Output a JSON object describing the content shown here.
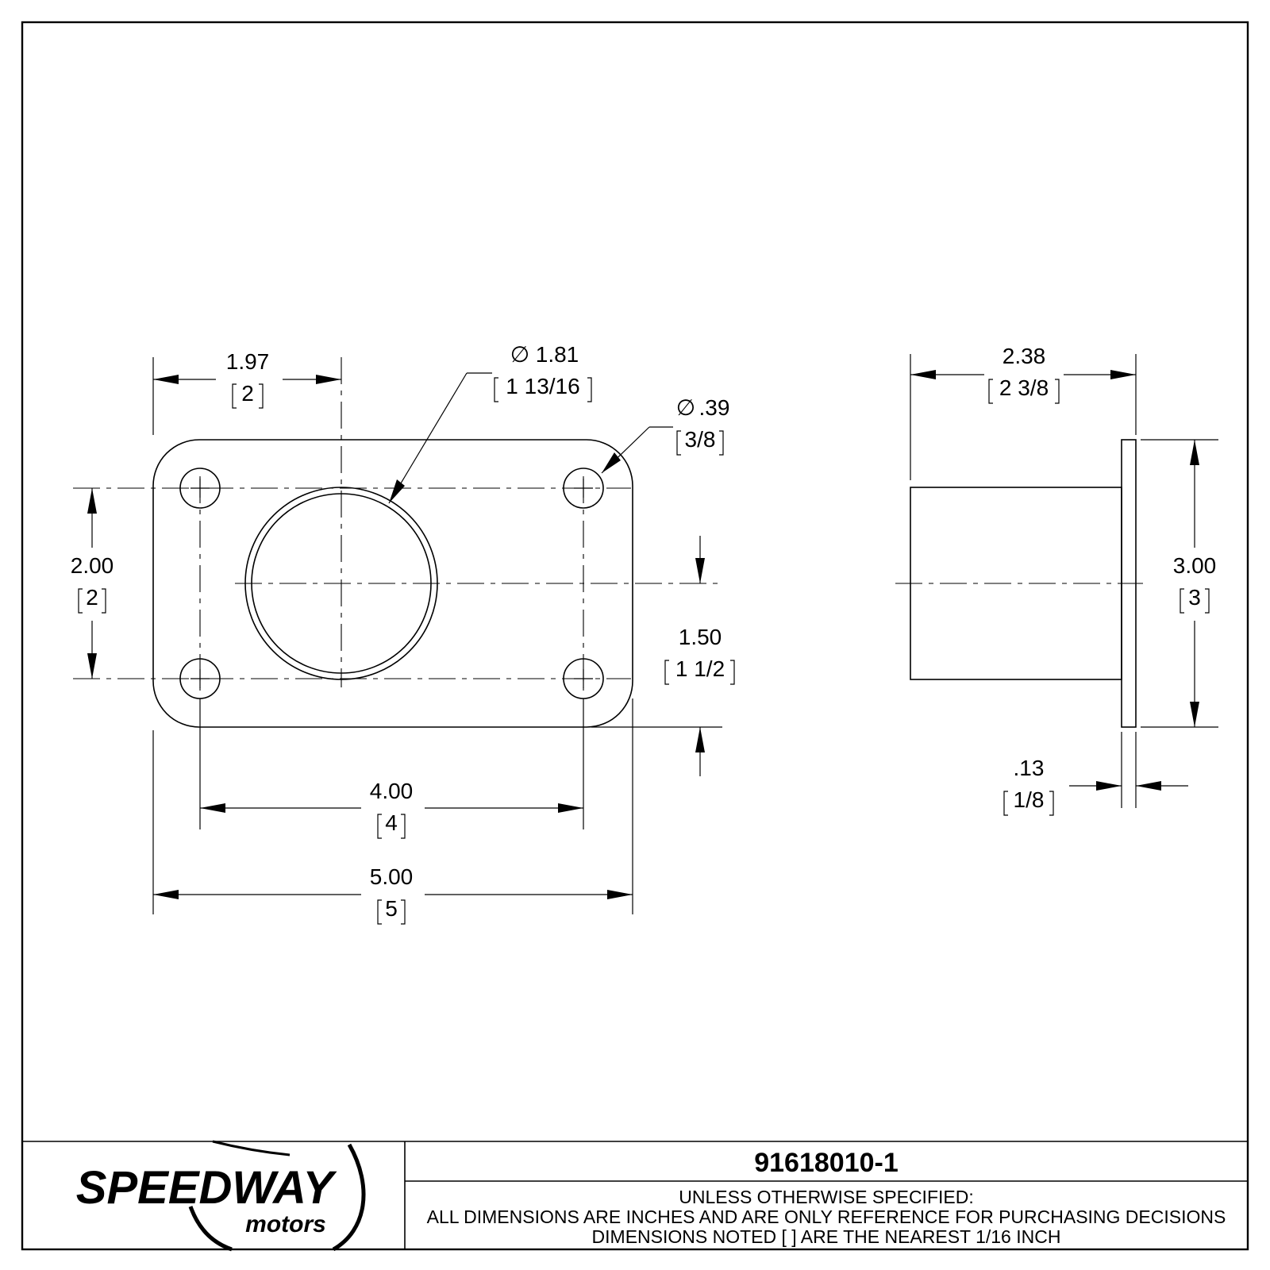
{
  "dimensions": {
    "d197": {
      "value": "1.97",
      "fraction": "2"
    },
    "dia181": {
      "symbol": "∅",
      "value": "1.81",
      "fraction": "1 13/16"
    },
    "dia039": {
      "symbol": "∅",
      "value": ".39",
      "fraction": "3/8"
    },
    "d200": {
      "value": "2.00",
      "fraction": "2"
    },
    "d150": {
      "value": "1.50",
      "fraction": "1 1/2"
    },
    "d400": {
      "value": "4.00",
      "fraction": "4"
    },
    "d500": {
      "value": "5.00",
      "fraction": "5"
    },
    "d238": {
      "value": "2.38",
      "fraction": "2 3/8"
    },
    "d300": {
      "value": "3.00",
      "fraction": "3"
    },
    "d013": {
      "value": ".13",
      "fraction": "1/8"
    }
  },
  "title_block": {
    "part_number": "91618010-1",
    "notes": [
      "UNLESS OTHERWISE SPECIFIED:",
      "ALL DIMENSIONS ARE INCHES AND ARE ONLY REFERENCE FOR PURCHASING DECISIONS",
      "DIMENSIONS NOTED [ ] ARE THE NEAREST 1/16 INCH"
    ],
    "logo": {
      "main": "SPEEDWAY",
      "sub": "motors"
    }
  },
  "icons": [
    "diameter-symbol-icon",
    "speedway-motors-logo"
  ]
}
